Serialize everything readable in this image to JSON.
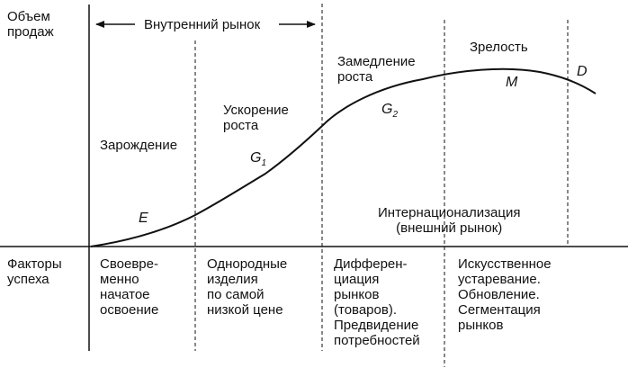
{
  "colors": {
    "ink": "#111111",
    "background": "#ffffff"
  },
  "axes": {
    "y_label": "Объем\nпродаж",
    "row_label": "Факторы\nуспеха"
  },
  "market": {
    "domestic_label": "Внутренний рынок",
    "international_label": "Интернационализация\n(внешний рынок)"
  },
  "stages": [
    {
      "name": "Зарождение",
      "factor": "Своевре-\nменно\nначатое\nосвоение"
    },
    {
      "name": "Ускорение\nроста",
      "factor": "Однородные\nизделия\nпо самой\nнизкой цене"
    },
    {
      "name": "Замедление\nроста",
      "factor": "Дифферен-\nциация\nрынков\n(товаров).\nПредвидение\nпотребностей"
    },
    {
      "name": "Зрелость",
      "factor": "Искусственное\nустаревание.\nОбновление.\nСегментация\nрынков"
    }
  ],
  "points": {
    "E": "E",
    "G1": {
      "letter": "G",
      "sub": "1"
    },
    "G2": {
      "letter": "G",
      "sub": "2"
    },
    "M": "M",
    "D": "D"
  }
}
